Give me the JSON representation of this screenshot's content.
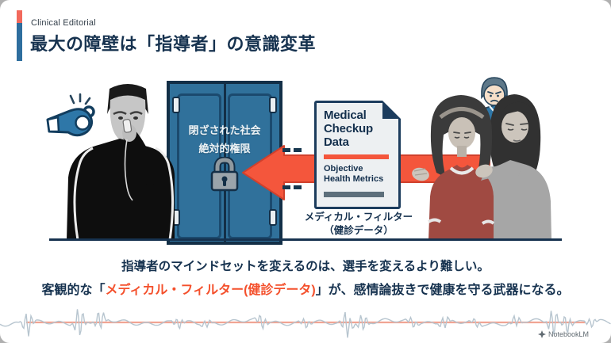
{
  "header": {
    "eyebrow": "Clinical Editorial",
    "title": "最大の障壁は「指導者」の意識変革"
  },
  "illustration": {
    "door": {
      "sign_line1": "閉ざされた社会",
      "sign_line2": "絶対的権限"
    },
    "document": {
      "title_line1": "Medical",
      "title_line2": "Checkup",
      "title_line3": "Data",
      "subtitle_line1": "Objective",
      "subtitle_line2": "Health Metrics",
      "caption_line1": "メディカル・フィルター",
      "caption_line2": "（健診データ）"
    },
    "icons": {
      "whistle": "whistle-icon",
      "lock": "padlock-icon",
      "worried_person": "worried-person-icon"
    }
  },
  "summary": {
    "line1": "指導者のマインドセットを変えるのは、選手を変えるより難しい。",
    "line2_prefix": "客観的な「",
    "line2_highlight": "メディカル・フィルター(健診データ)",
    "line2_suffix": "」が、感情論抜きで健康を守る武器になる。"
  },
  "footer": {
    "brand": "NotebookLM"
  },
  "colors": {
    "navy": "#16324f",
    "accent_red": "#f4563c",
    "accent_orange_text": "#f4502c",
    "door_blue": "#30719b",
    "bar_blue": "#2e6e9e",
    "bar_red": "#f2695c",
    "gray_bar": "#5d6f7b",
    "waveform": "#b7c5cf",
    "waveform_center": "#f1a493"
  }
}
